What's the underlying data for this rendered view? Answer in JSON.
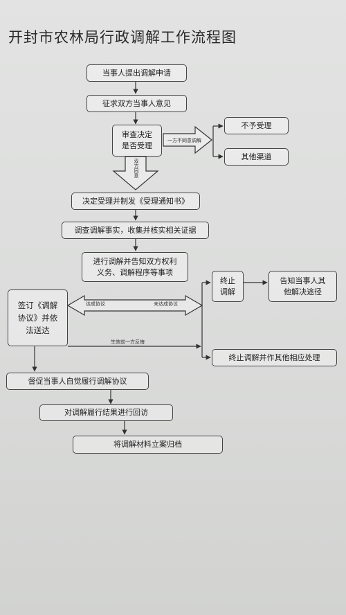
{
  "title": "开封市农林局行政调解工作流程图",
  "steps": {
    "s1": "当事人提出调解申请",
    "s2": "征求双方当事人意见",
    "review": "审查决定\n是否受理",
    "reject": "不予受理",
    "other": "其他渠道",
    "s3": "决定受理并制发《受理通知书》",
    "s4": "调查调解事实，收集并核实相关证据",
    "s5": "进行调解并告知双方权利\n义务、调解程序等事项",
    "sign": "签订《调解\n协议》并依\n法送达",
    "stop": "终止\n调解",
    "inform": "告知当事人其\n他解决途径",
    "stop2": "终止调解并作其他相应处理",
    "s6": "督促当事人自觉履行调解协议",
    "s7": "对调解履行结果进行回访",
    "s8": "将调解材料立案归档"
  },
  "labels": {
    "disagree": "一方不同意调解",
    "agree": "双方同意",
    "reached": "达成协议",
    "not_reached": "未达成协议",
    "regret": "生效前一方反悔"
  }
}
